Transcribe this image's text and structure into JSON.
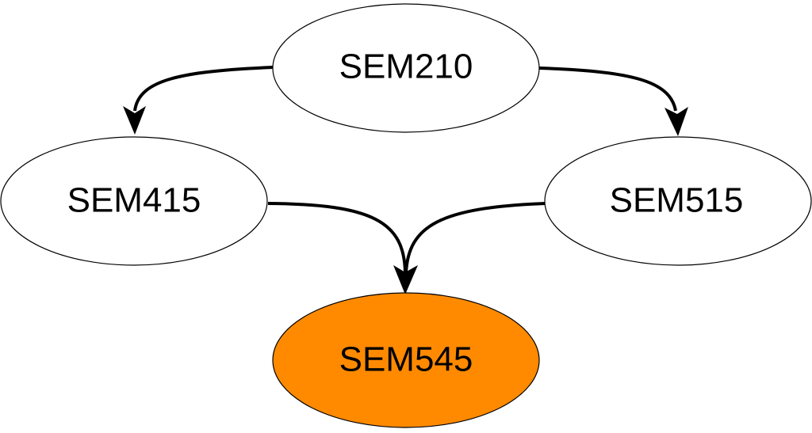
{
  "diagram": {
    "nodes": {
      "sem210": {
        "label": "SEM210",
        "fill": "#ffffff"
      },
      "sem415": {
        "label": "SEM415",
        "fill": "#ffffff"
      },
      "sem515": {
        "label": "SEM515",
        "fill": "#ffffff"
      },
      "sem545": {
        "label": "SEM545",
        "fill": "#ff8a00"
      }
    },
    "edges": [
      {
        "from": "SEM210",
        "to": "SEM415"
      },
      {
        "from": "SEM210",
        "to": "SEM515"
      },
      {
        "from": "SEM415",
        "to": "SEM545"
      },
      {
        "from": "SEM515",
        "to": "SEM545"
      }
    ]
  }
}
